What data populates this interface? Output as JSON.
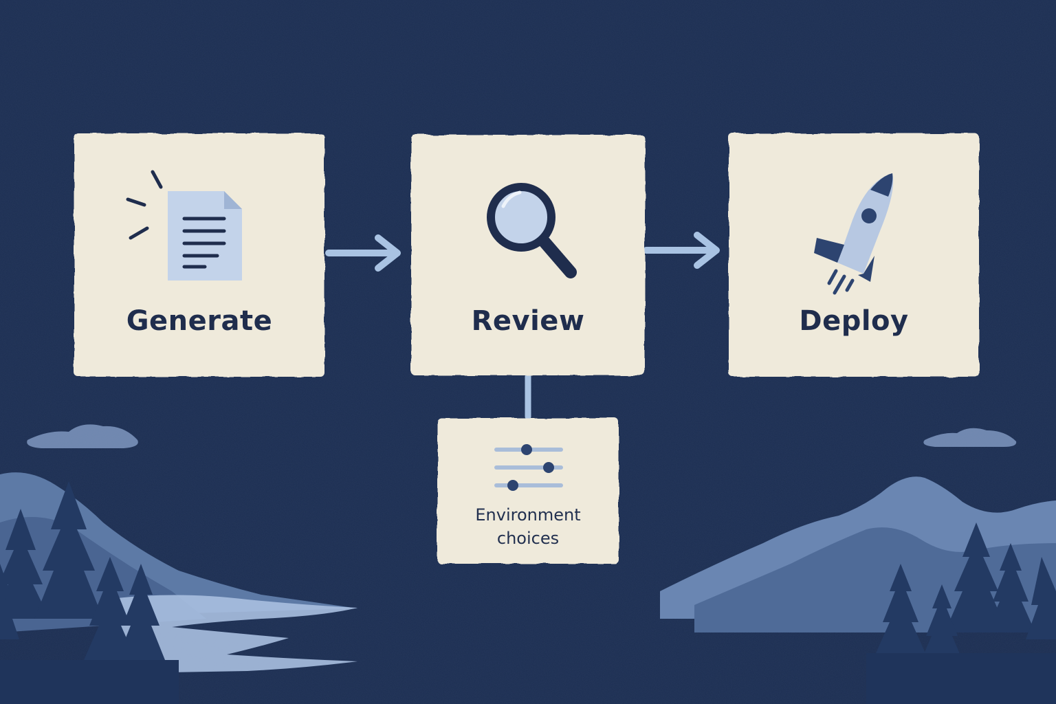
{
  "diagram": {
    "steps": [
      {
        "id": "generate",
        "label": "Generate",
        "icon": "document-icon"
      },
      {
        "id": "review",
        "label": "Review",
        "icon": "magnifier-icon"
      },
      {
        "id": "deploy",
        "label": "Deploy",
        "icon": "rocket-icon"
      }
    ],
    "branch": {
      "label": "Environment\nchoices",
      "icon": "sliders-icon"
    }
  },
  "colors": {
    "background": "#1d2f52",
    "card": "#efeadb",
    "card_edge": "#d9d2bf",
    "connector": "#a9c3e3",
    "ink": "#1f2d4d",
    "icon_light": "#c3d3ea",
    "icon_mid": "#9fb4d4",
    "landscape_light": "#8aa3c8",
    "landscape_mid": "#5d7aa6",
    "landscape_dark": "#2d4470",
    "water": "#a8bfe0"
  }
}
